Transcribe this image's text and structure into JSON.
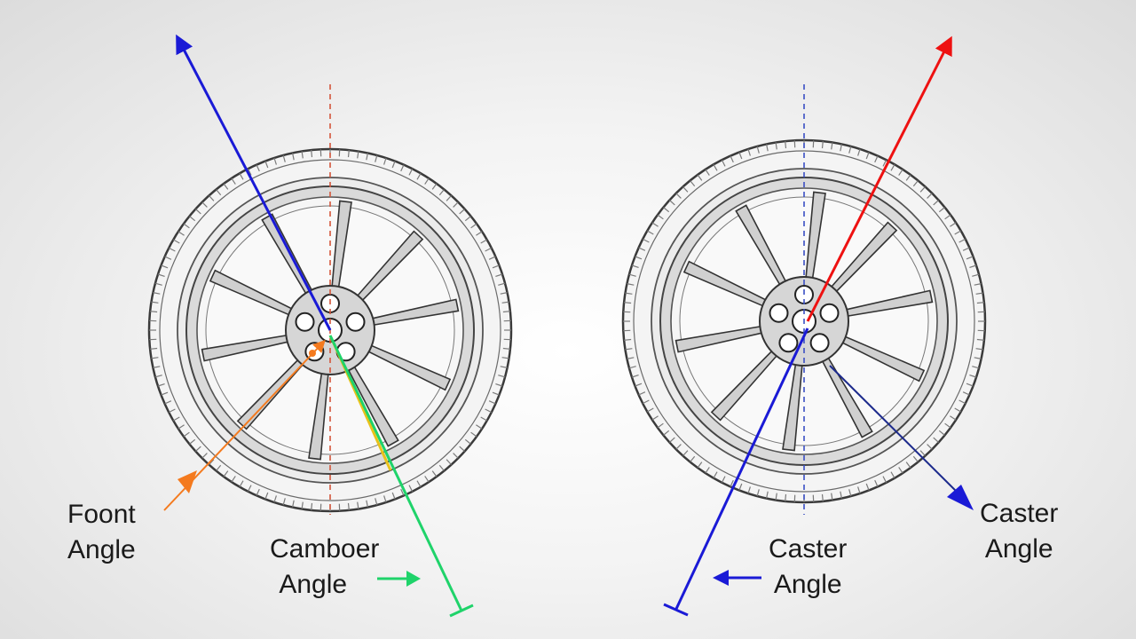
{
  "labels": {
    "front_angle": [
      "Foont",
      "Angle"
    ],
    "camber_angle": [
      "Camboer",
      "Angle"
    ],
    "caster_angle_center": [
      "Caster",
      "Angle"
    ],
    "caster_angle_right": [
      "Caster",
      "Angle"
    ]
  },
  "colors": {
    "background": "#e9e9e9",
    "tire": "#f4f4f4",
    "tire_outline": "#3a3a3a",
    "rim": "#c8c8c8",
    "axis_blue": "#1a1ad6",
    "axis_red": "#ee1111",
    "axis_green": "#1fd36a",
    "axis_orange": "#f47a1e",
    "axis_yellow": "#e8c21a",
    "axis_navy": "#1c2a8c",
    "ref_red_dashed": "#d4553a",
    "ref_blue_dashed": "#3a4fc4"
  },
  "wheels": [
    {
      "name": "left-wheel"
    },
    {
      "name": "right-wheel"
    }
  ]
}
